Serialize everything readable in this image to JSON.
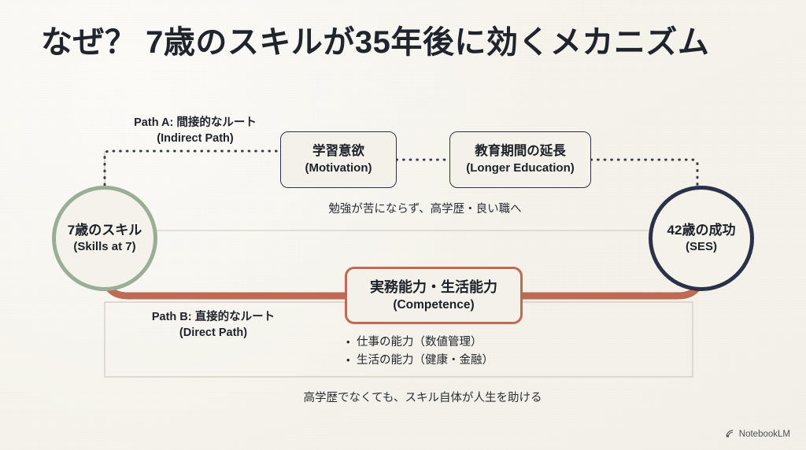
{
  "slide": {
    "title": "なぜ？ 7歳のスキルが35年後に効くメカニズム",
    "background_color": "#f4f2ea"
  },
  "nodes": {
    "start": {
      "jp": "7歳のスキル",
      "en": "(Skills at 7)",
      "border_color": "#9aae96"
    },
    "end": {
      "jp": "42歳の成功",
      "en": "(SES)",
      "border_color": "#2b3248"
    }
  },
  "path_a": {
    "label_jp": "Path A: 間接的なルート",
    "label_en": "(Indirect Path)",
    "line_style": "dotted",
    "line_color": "#3a3f4c",
    "boxes": [
      {
        "jp": "学習意欲",
        "en": "(Motivation)"
      },
      {
        "jp": "教育期間の延長",
        "en": "(Longer Education)"
      }
    ],
    "caption": "勉強が苦にならず、高学歴・良い職へ"
  },
  "path_b": {
    "label_jp": "Path B: 直接的なルート",
    "label_en": "(Direct Path)",
    "line_style": "solid-thick",
    "line_color": "#bf6a55",
    "box": {
      "jp": "実務能力・生活能力",
      "en": "(Competence)"
    },
    "bullets": [
      "仕事の能力（数値管理）",
      "生活の能力（健康・金融）"
    ],
    "caption": "高学歴でなくても、スキル自体が人生を助ける"
  },
  "watermark": {
    "label": "NotebookLM",
    "icon": "notebooklm-spark-icon"
  }
}
